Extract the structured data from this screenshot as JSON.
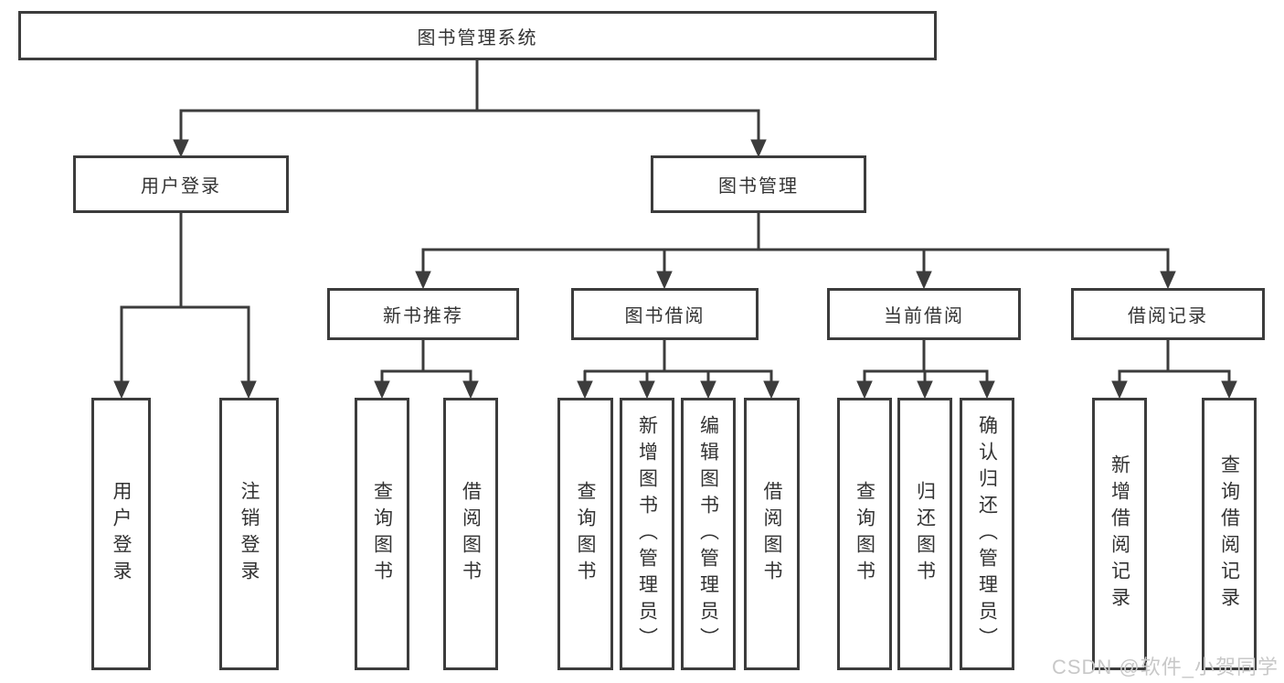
{
  "diagram": {
    "title": "图书管理系统",
    "branches": [
      {
        "label": "用户登录",
        "children": [
          "用户登录",
          "注销登录"
        ]
      },
      {
        "label": "图书管理",
        "sections": [
          {
            "label": "新书推荐",
            "children": [
              "查询图书",
              "借阅图书"
            ]
          },
          {
            "label": "图书借阅",
            "children": [
              "查询图书",
              "新增图书（管理员）",
              "编辑图书（管理员）",
              "借阅图书"
            ]
          },
          {
            "label": "当前借阅",
            "children": [
              "查询图书",
              "归还图书",
              "确认归还（管理员）"
            ]
          },
          {
            "label": "借阅记录",
            "children": [
              "新增借阅记录",
              "查询借阅记录"
            ]
          }
        ]
      }
    ]
  },
  "watermark": "CSDN @软件_小贺同学",
  "colors": {
    "line": "#3c3c3c",
    "text": "#333333",
    "bg": "#ffffff",
    "watermark": "#c8c8c8"
  }
}
